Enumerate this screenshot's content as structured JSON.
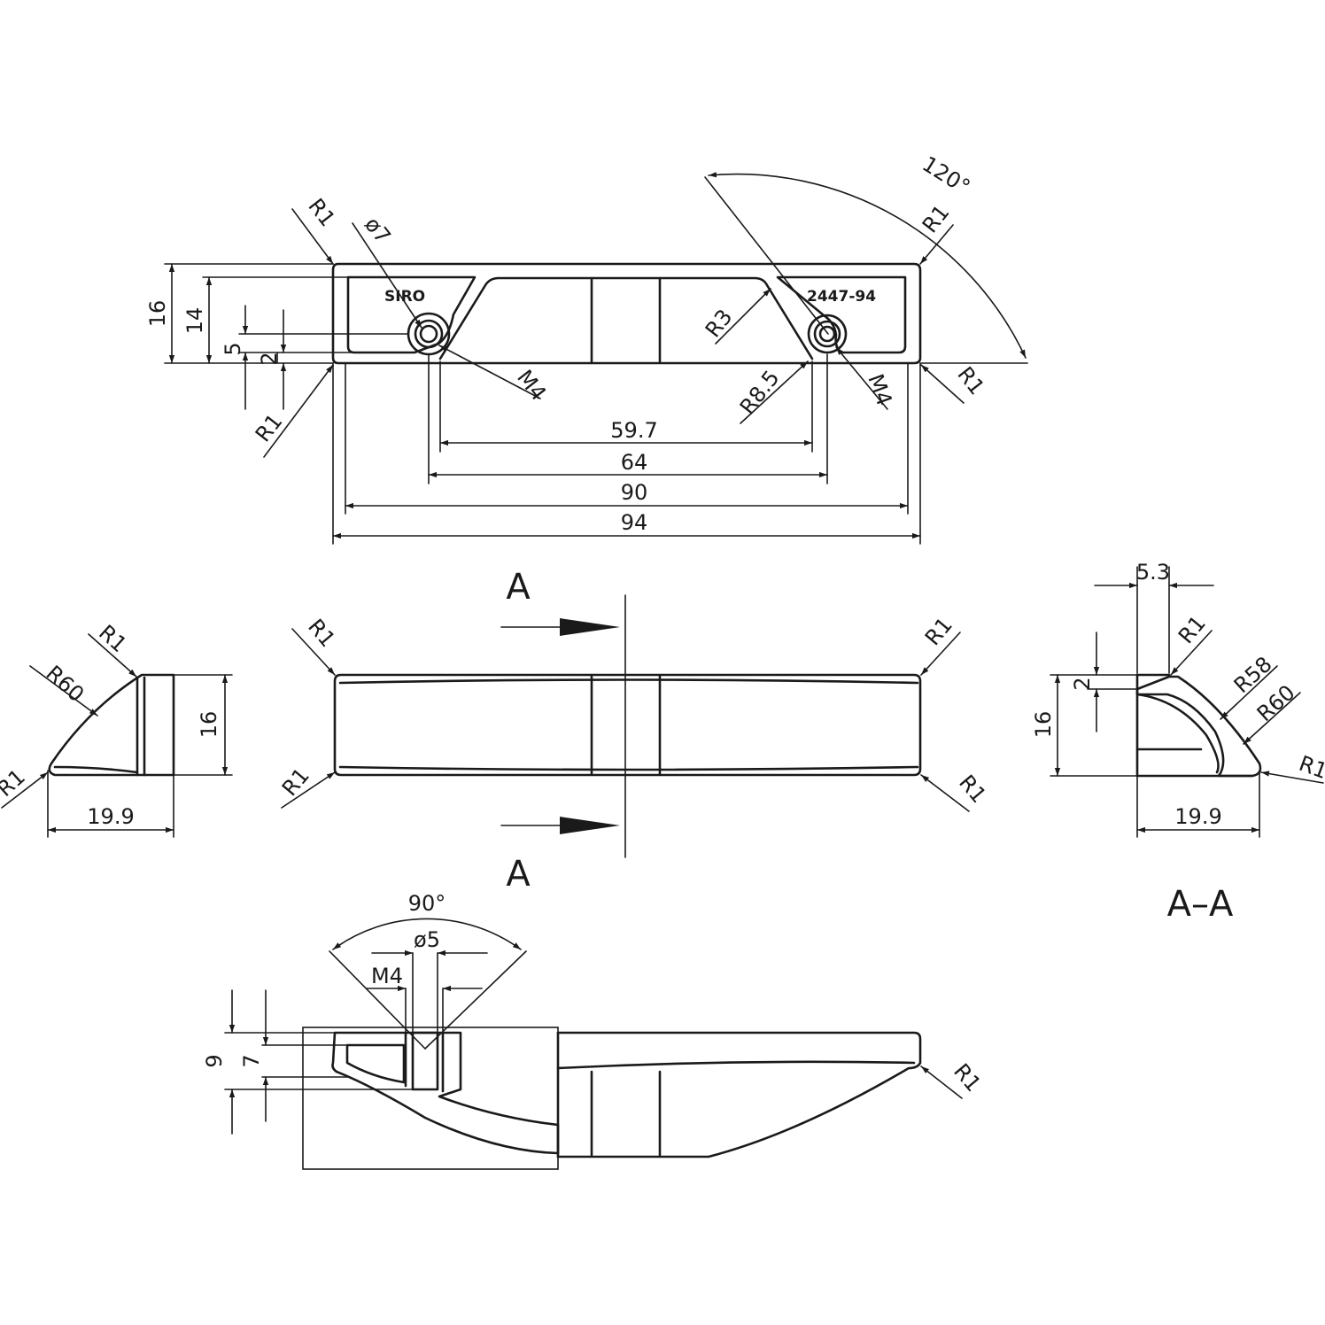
{
  "top_view": {
    "markings": {
      "brand": "SIRO",
      "part_number": "2447-94"
    },
    "dimensions": {
      "angle": "120°",
      "radius_top_left": "R1",
      "radius_top_right": "R1",
      "radius_bottom_left": "R1",
      "radius_bottom_right": "R1",
      "hole_diameter": "ø7",
      "thread_left": "M4",
      "thread_right": "M4",
      "radius_r3": "R3",
      "radius_r8_5": "R8.5",
      "height_16": "16",
      "height_14": "14",
      "height_5": "5",
      "height_2": "2",
      "width_59_7": "59.7",
      "width_64": "64",
      "width_90": "90",
      "width_94": "94"
    }
  },
  "side_view": {
    "dimensions": {
      "radius_top": "R1",
      "radius_r60": "R60",
      "radius_bottom": "R1",
      "height": "16",
      "depth": "19.9"
    }
  },
  "front_view": {
    "section_label_top": "A",
    "section_label_bottom": "A",
    "dimensions": {
      "radius_top_left": "R1",
      "radius_top_right": "R1",
      "radius_bottom_left": "R1",
      "radius_bottom_right": "R1"
    }
  },
  "section_view": {
    "title": "A–A",
    "dimensions": {
      "width_5_3": "5.3",
      "radius_top": "R1",
      "height_2": "2",
      "radius_r58": "R58",
      "radius_r60": "R60",
      "radius_tip": "R1",
      "height": "16",
      "depth": "19.9"
    }
  },
  "bottom_view": {
    "dimensions": {
      "angle": "90°",
      "bore_diameter": "ø5",
      "thread": "M4",
      "height_9": "9",
      "height_7": "7",
      "radius_tip": "R1"
    }
  }
}
